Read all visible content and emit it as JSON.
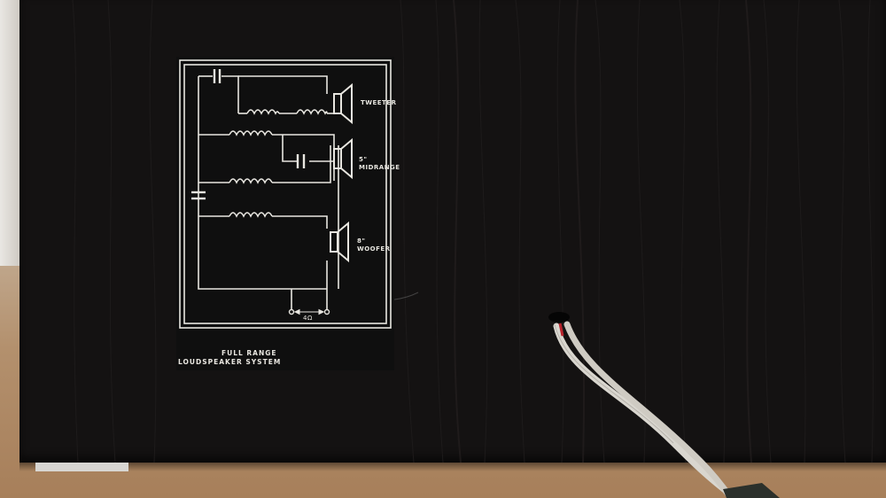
{
  "scene": {
    "description_labels": {
      "tweeter": "TWEETER",
      "midrange_size": "5\"",
      "midrange": "MIDRANGE",
      "woofer_size": "8\"",
      "woofer": "WOOFER",
      "impedance": "4Ω",
      "caption_line1": "FULL RANGE",
      "caption_line2": "LOUDSPEAKER SYSTEM"
    }
  },
  "icons": {
    "tweeter": "speaker-driver-icon",
    "midrange": "speaker-driver-icon",
    "woofer": "speaker-driver-icon",
    "capacitor": "capacitor-icon",
    "inductor": "inductor-icon"
  },
  "colors": {
    "cabinet": "#141212",
    "label_ink": "#e8e6e0",
    "floor": "#a77f5a"
  }
}
